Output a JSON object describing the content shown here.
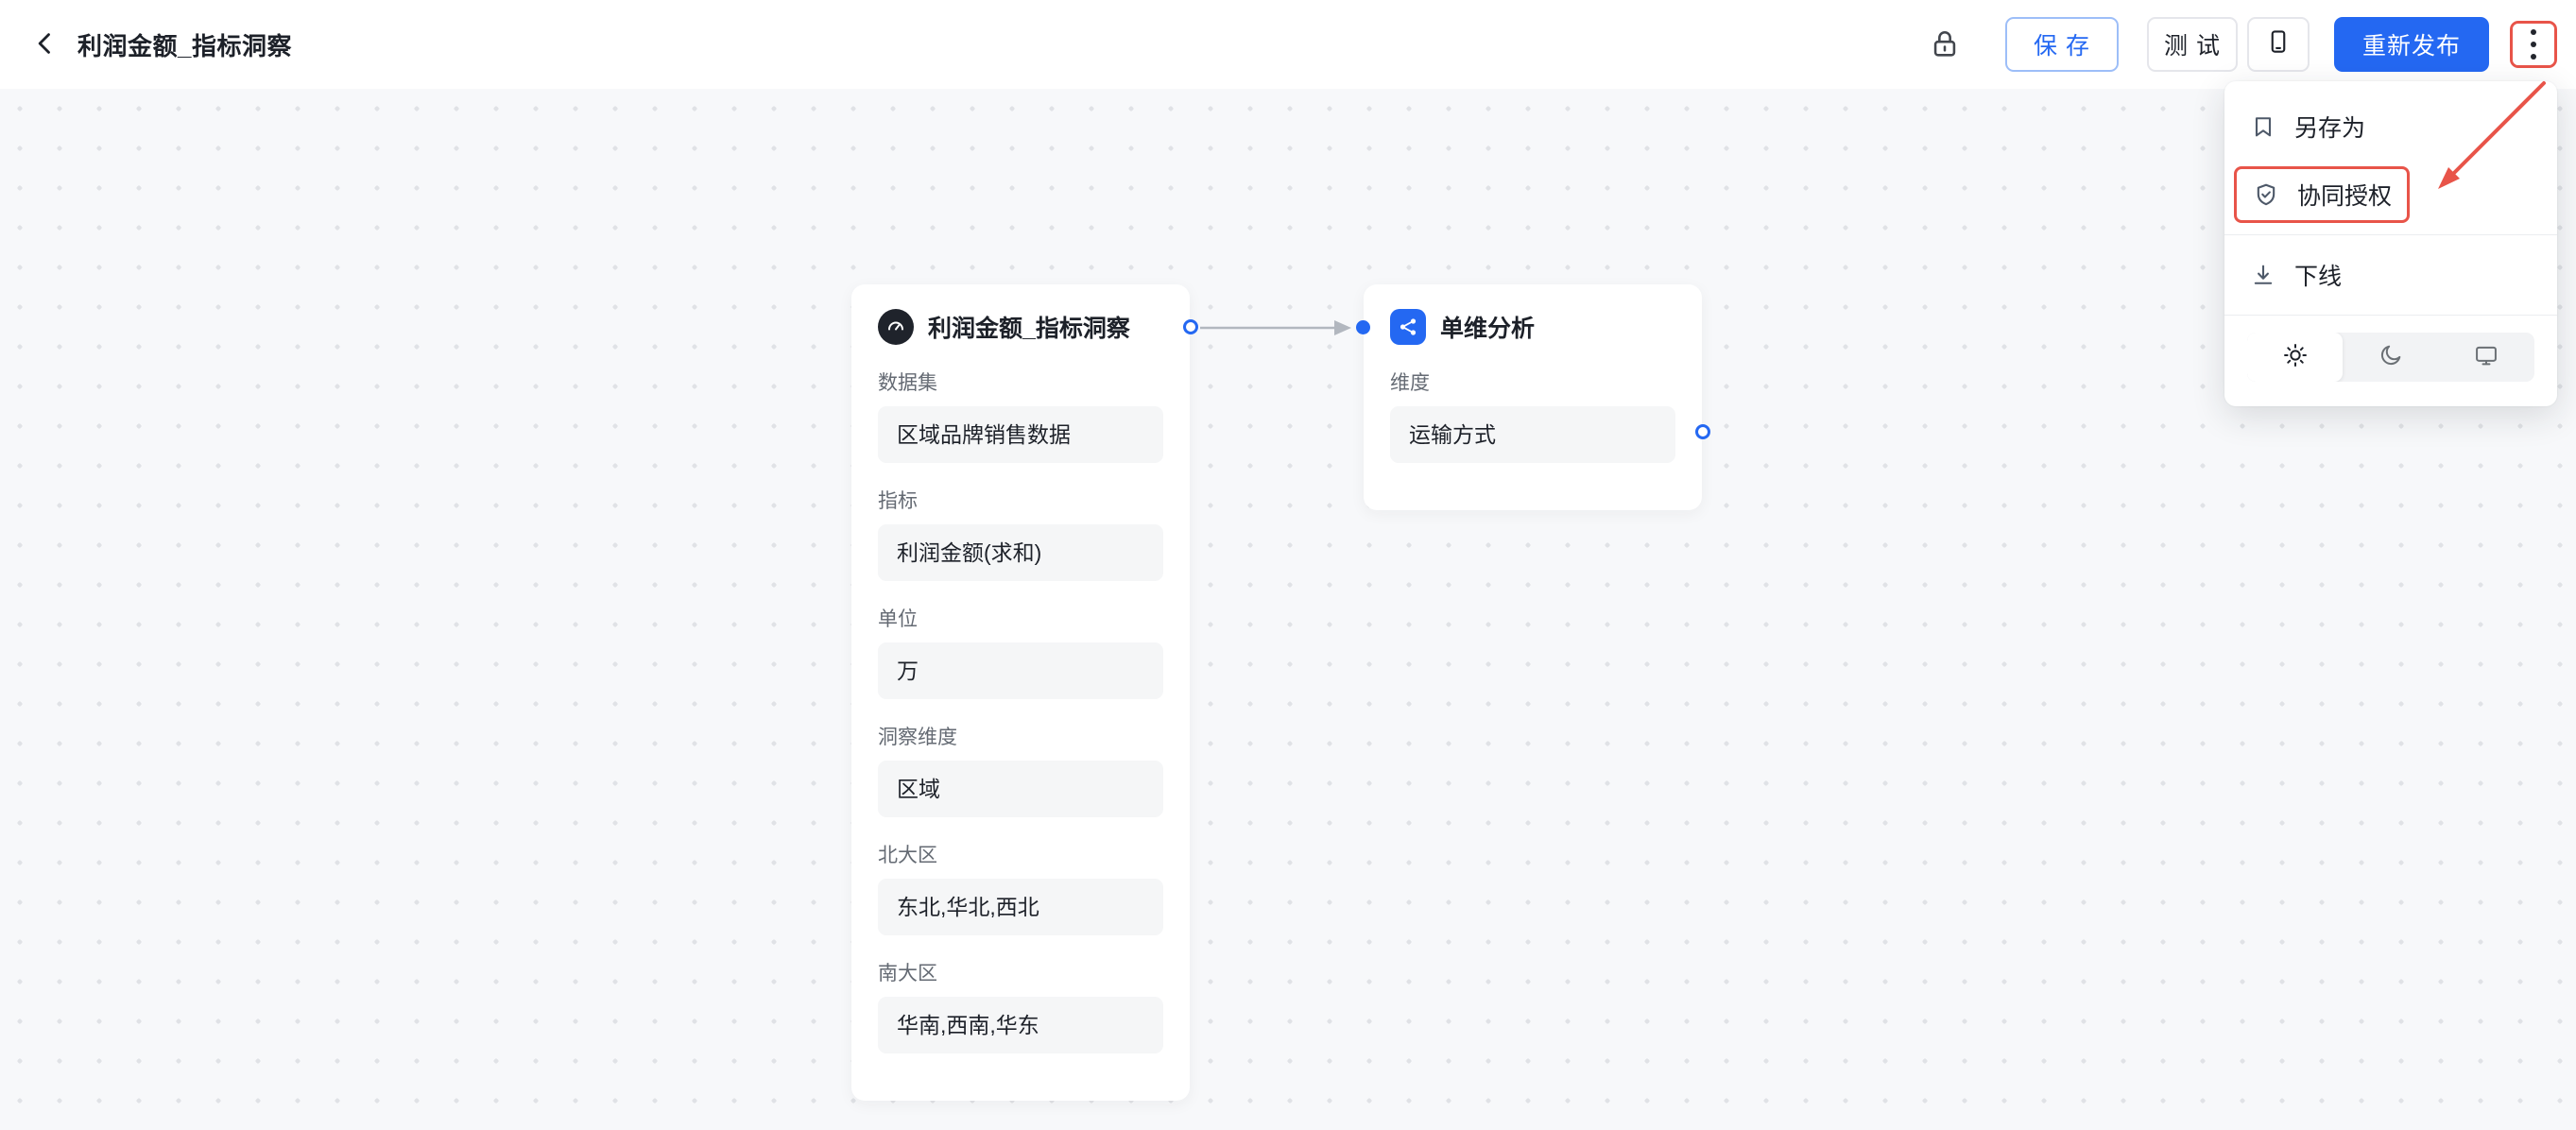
{
  "colors": {
    "primary": "#2468F2",
    "annotation_red": "#E85449",
    "canvas_bg": "#F7F8FA",
    "field_bg": "#F5F6F7"
  },
  "icons": {
    "back": "chevron-left",
    "lock": "padlock-outline",
    "mobile_preview": "phone-outline",
    "more": "vertical-kebab-dots",
    "save_as": "bookmark",
    "collab_auth": "shield-check",
    "offline": "arrow-down-to-line",
    "theme_light": "sun",
    "theme_dark": "moon",
    "theme_system": "monitor"
  },
  "topbar": {
    "title": "利润金额_指标洞察",
    "save_label": "保 存",
    "test_label": "测 试",
    "republish_label": "重新发布"
  },
  "menu": {
    "items": [
      {
        "label": "另存为"
      },
      {
        "label": "协同授权"
      },
      {
        "label": "下线"
      }
    ],
    "theme_options": [
      "light",
      "dark",
      "system"
    ]
  },
  "canvas": {
    "nodes": [
      {
        "title": "利润金额_指标洞察",
        "fields": [
          {
            "label": "数据集",
            "value": "区域品牌销售数据"
          },
          {
            "label": "指标",
            "value": "利润金额(求和)"
          },
          {
            "label": "单位",
            "value": "万"
          },
          {
            "label": "洞察维度",
            "value": "区域"
          },
          {
            "label": "北大区",
            "value": "东北,华北,西北"
          },
          {
            "label": "南大区",
            "value": "华南,西南,华东"
          }
        ]
      },
      {
        "title": "单维分析",
        "fields": [
          {
            "label": "维度",
            "value": "运输方式"
          }
        ]
      }
    ]
  }
}
